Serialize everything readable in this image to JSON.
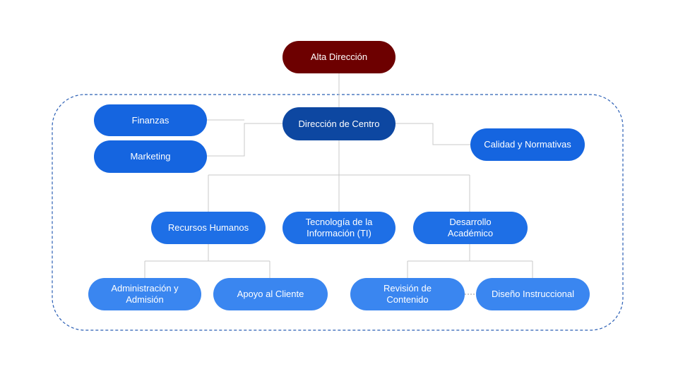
{
  "org_chart": {
    "top": "Alta Dirección",
    "direction": "Dirección de Centro",
    "finance": "Finanzas",
    "marketing": "Marketing",
    "quality": "Calidad y Normativas",
    "hr": "Recursos Humanos",
    "it": "Tecnología de la\nInformación (TI)",
    "academic": "Desarrollo\nAcadémico",
    "admin": "Administración y\nAdmisión",
    "support": "Apoyo al Cliente",
    "content_review": "Revisión de\nContenido",
    "instructional_design": "Diseño Instruccional"
  },
  "colors": {
    "top": "#6d0000",
    "direction": "#0d47a1",
    "unit": "#1565e0",
    "subunit": "#3a86f0",
    "connector": "#c8c8c8",
    "boundary": "#2b5fb5"
  }
}
